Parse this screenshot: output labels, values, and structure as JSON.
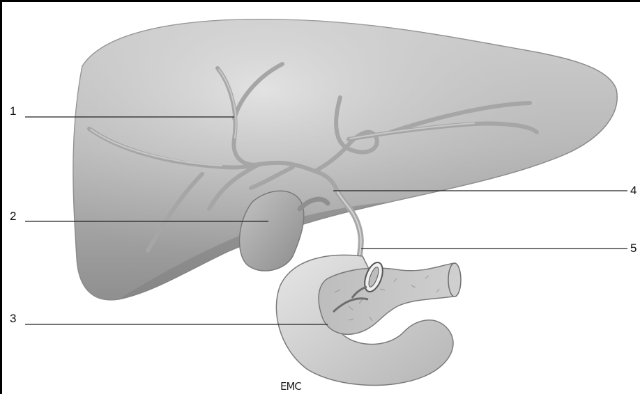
{
  "figure": {
    "labels": [
      {
        "id": "1",
        "text": "1"
      },
      {
        "id": "2",
        "text": "2"
      },
      {
        "id": "3",
        "text": "3"
      },
      {
        "id": "4",
        "text": "4"
      },
      {
        "id": "5",
        "text": "5"
      }
    ],
    "signature": "EMC",
    "colors": {
      "organ_fill": "#b8b8b8",
      "organ_shadow": "#8e8e8e",
      "organ_highlight": "#d9d9d9",
      "vessel": "#a0a0a0",
      "leader_line": "#222222"
    }
  }
}
